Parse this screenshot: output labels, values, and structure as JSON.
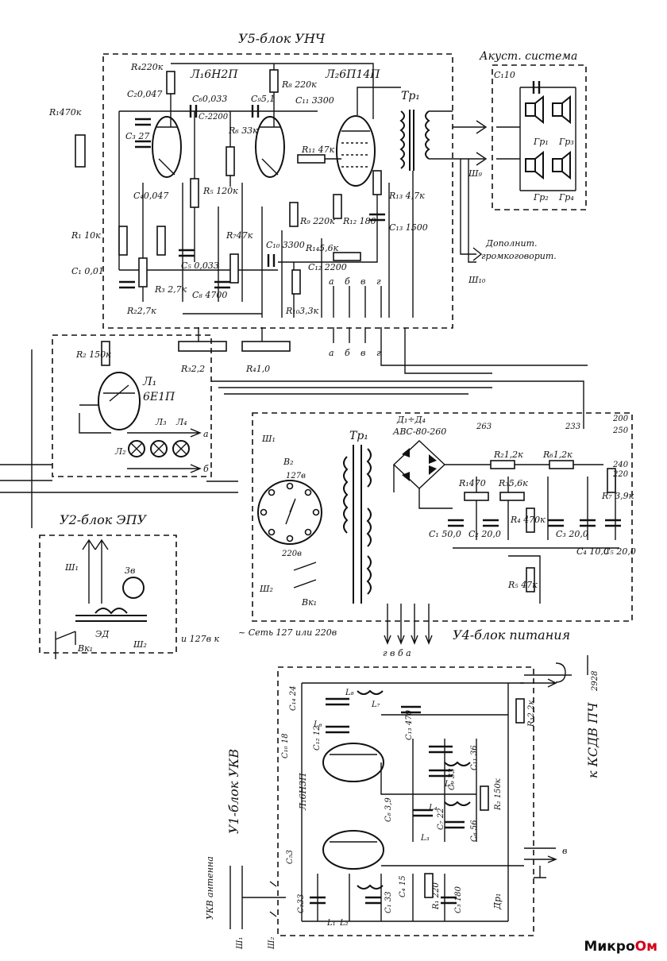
{
  "blocks": {
    "u5": "У5-блок УНЧ",
    "u2": "У2-блок ЭПУ",
    "u4": "У4-блок питания",
    "u1": "У1-блок УКВ"
  },
  "speaker_system": {
    "title": "Акуст. система",
    "c1": "C₁10",
    "drivers": [
      "Гр₁",
      "Гр₂",
      "Гр₃",
      "Гр₄"
    ],
    "extra_speaker_line1": "Дополнит.",
    "extra_speaker_line2": "громкоговорит.",
    "sh9": "Ш₉",
    "sh10": "Ш₁₀"
  },
  "u5_labels": {
    "tube1": "Л₁6Н2П",
    "tube2": "Л₂6П14П",
    "tr1": "Тр₁",
    "r1": "R₁470к",
    "r4": "R₄220к",
    "r8": "R₈ 220к",
    "c2": "C₂0,047",
    "c3": "C₃ 27",
    "c6": "C₆0,033",
    "c7": "C₇2200",
    "c9": "C₉5,1",
    "c11": "C₁₁ 3300",
    "r6": "R₆ 33к",
    "r5": "R₅ 120к",
    "r11": "R₁₁ 47к",
    "r9": "R₉ 220к",
    "r12": "R₁₂ 180",
    "r13": "R₁₃ 4,7к",
    "c13": "C₁₃ 1500",
    "c4": "C₄0,047",
    "r7": "R₇47к",
    "r1b": "R₁ 10к",
    "c1b": "C₁ 0,01",
    "r3": "R₃ 2,7к",
    "r2": "R₂2,7к",
    "c5": "C₅ 0,033",
    "c8": "C₈ 4700",
    "c10": "C₁₀ 3300",
    "r14": "R₁₄5,6к",
    "c12": "C₁₂ 2200",
    "r10": "R₁₀3,3к",
    "r3b": "R₃2,2",
    "r4b": "R₄1,0",
    "letters": [
      "а",
      "б",
      "в",
      "г"
    ]
  },
  "u2_labels": {
    "l1": "Л₁",
    "tube": "6Е1П",
    "r2": "R₂ 150к",
    "l2": "Л₂",
    "l3": "Л₃",
    "l4": "Л₄",
    "a": "а",
    "b": "б",
    "sh1": "Ш₁",
    "sh2": "Ш₂",
    "motor": "3в",
    "ed": "ЭД",
    "vk1": "Вк₁",
    "mains": "и 127в к"
  },
  "u4_labels": {
    "d1d4": "Д₁÷Д₄",
    "bridge": "АВС-80-260",
    "tr1": "Тр₁",
    "v2": "В₂",
    "v127": "127в",
    "v220": "220в",
    "sh1": "Ш₁",
    "sh2": "Ш₂",
    "vk1": "Вк₁",
    "r2": "R₂1,2к",
    "r6": "R₆1,2к",
    "r1": "R₁470",
    "r3": "R₃5,6к",
    "r7": "R₇ 3,9к",
    "r4": "R₄ 470к",
    "r5": "R₅ 47к",
    "c1": "C₁ 50,0",
    "c2": "C₂ 20,0",
    "c3": "C₃ 20,0",
    "c4": "C₄ 10,0",
    "c5": "C₅ 20,0",
    "v263": "263",
    "v233": "233",
    "v200": "200",
    "v250": "250",
    "v240": "240",
    "v220b": "220",
    "mains": "~ Сеть 127 или 220в",
    "outputs": "г в б а"
  },
  "u1_labels": {
    "tube": "Л₁6Н3П",
    "antenna": "УКВ антенна",
    "kcdv": "к КСДВ ПЧ",
    "kcdv_num": "2928",
    "sh1": "Ш₁",
    "sh2": "Ш₂",
    "c14": "C₁₄ 24",
    "c13": "C₁₃ 470",
    "c10": "C₁₀ 18",
    "c12": "C₁₂ 12",
    "c11": "C₁₁ 36",
    "c9": "C₉ 33",
    "c8": "C₈ 3,9",
    "c7": "C₇ 22",
    "c6": "C₆ 56",
    "c5": "C₅3",
    "c2": "C₂33",
    "c1": "C₁ 33",
    "c4": "C₄ 15",
    "c3": "C₃ 180",
    "r1": "R₁ 220",
    "r2": "R₂ 150к",
    "r3": "R₃2,2к",
    "dr1": "Др₁",
    "l1": "L₁",
    "l2": "L₂",
    "l3": "L₃",
    "l4": "L₄",
    "l5": "L₅",
    "l6": "L₆",
    "l7": "L₇",
    "l8": "L₈",
    "out_v": "в"
  },
  "watermark": {
    "main": "Микро",
    "accent": "Ом"
  }
}
